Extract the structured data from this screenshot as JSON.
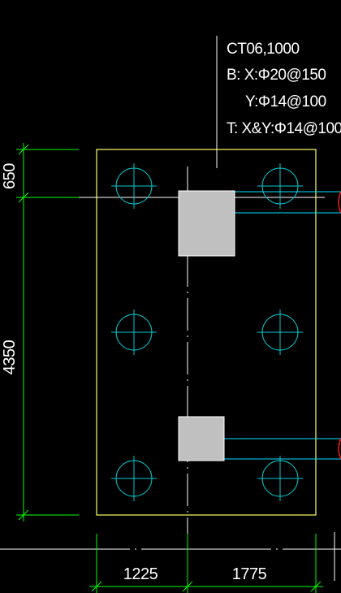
{
  "annotation": {
    "lines": [
      "CT06,1000",
      "B: X:Φ20@150",
      "Y:Φ14@100",
      "T: X&Y:Φ14@100"
    ]
  },
  "dimensions": {
    "left_top": "650",
    "left_main": "4350",
    "bottom_left": "1225",
    "bottom_right": "1775"
  },
  "colors": {
    "background": "#000000",
    "cap_outline": "#ffff66",
    "dimension": "#00ff00",
    "pile": "#00c8d2",
    "column_fill": "#c0c0c0",
    "rebar_line": "#00e0ff",
    "text": "#ffffff",
    "marker": "#ff2222"
  }
}
